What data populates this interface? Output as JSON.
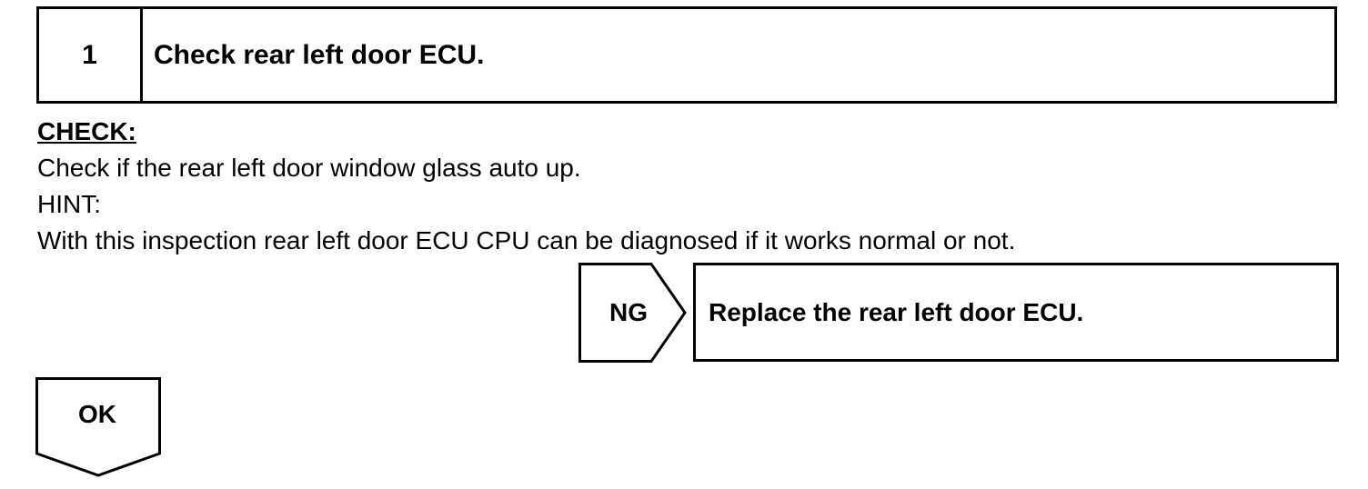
{
  "step": {
    "number": "1",
    "title": "Check rear left door ECU."
  },
  "check": {
    "label": "CHECK:",
    "text": "Check if the rear left door window glass auto up."
  },
  "hint": {
    "label": "HINT:",
    "text": "With this inspection rear left door ECU CPU can be diagnosed if it works normal or not."
  },
  "ng_branch": {
    "label": "NG",
    "action": "Replace the rear left door ECU."
  },
  "ok_branch": {
    "label": "OK"
  }
}
